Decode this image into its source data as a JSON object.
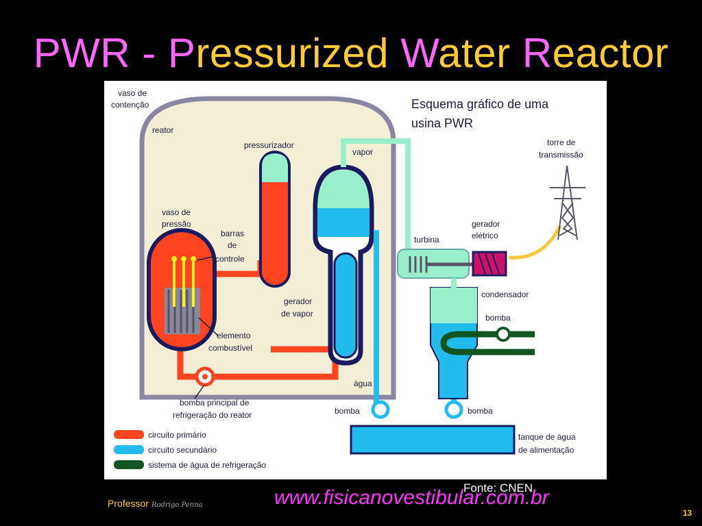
{
  "slide": {
    "title_parts": [
      {
        "text": "PWR - ",
        "color": "magenta"
      },
      {
        "text": "P",
        "color": "magenta"
      },
      {
        "text": "ressurized ",
        "color": "yellow"
      },
      {
        "text": "W",
        "color": "magenta"
      },
      {
        "text": "ater ",
        "color": "yellow"
      },
      {
        "text": "R",
        "color": "magenta"
      },
      {
        "text": "eactor",
        "color": "yellow"
      }
    ],
    "source_text": "Fonte: CNEN",
    "url": "www.fisicanovestibular.com.br",
    "footer_label": "Professor",
    "footer_signature": "Rodrigo Penna",
    "page_number": "13"
  },
  "diagram": {
    "heading_line1": "Esquema gráfico de uma",
    "heading_line2": "usina PWR",
    "labels": {
      "vaso_contencao_1": "vaso de",
      "vaso_contencao_2": "contenção",
      "reator": "reator",
      "pressurizador": "pressurizador",
      "vapor": "vapor",
      "vaso_pressao_1": "vaso de",
      "vaso_pressao_2": "pressão",
      "barras_1": "barras",
      "barras_2": "de",
      "barras_3": "controle",
      "gerador_vapor_1": "gerador",
      "gerador_vapor_2": "de vapor",
      "elemento_1": "elemento",
      "elemento_2": "combustível",
      "agua": "água",
      "bomba_principal_1": "bomba principal de",
      "bomba_principal_2": "refrigeração do reator",
      "turbina": "turbina",
      "gerador_eletrico_1": "gerador",
      "gerador_eletrico_2": "elétrico",
      "torre_1": "torre de",
      "torre_2": "transmissão",
      "condensador": "condensador",
      "bomba_cond": "bomba",
      "bomba_left": "bomba",
      "bomba_right": "bomba",
      "tanque_1": "tanque de água",
      "tanque_2": "de alimentação"
    },
    "legend": [
      {
        "label": "circuito primário",
        "color": "#ff4422"
      },
      {
        "label": "circuito secundário",
        "color": "#22bbee"
      },
      {
        "label": "sistema de água de refrigeração",
        "color": "#115522"
      }
    ],
    "colors": {
      "primary": "#ff4422",
      "secondary": "#22bbee",
      "steam": "#99eecc",
      "cooling": "#115522",
      "containment": "#f3eed6",
      "containment_border": "#8a86a0",
      "navy": "#1a1a5e",
      "generator": "#cc1166",
      "cable": "#f5c842"
    }
  }
}
